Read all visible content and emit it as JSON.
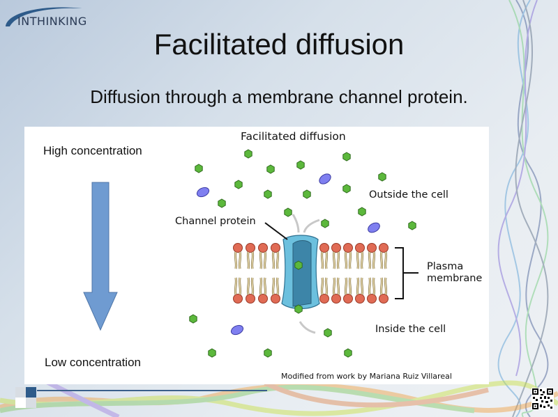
{
  "logo": {
    "text": "INTHINKING"
  },
  "slide": {
    "title": "Facilitated diffusion",
    "subtitle": "Diffusion through a membrane channel protein."
  },
  "gradient_panel": {
    "top_label": "High concentration",
    "bottom_label": "Low concentration",
    "arrow_direction": "down",
    "arrow_color": "#6f9bd1"
  },
  "diagram": {
    "title": "Facilitated diffusion",
    "outside_label": "Outside the cell",
    "channel_label": "Channel protein",
    "membrane_label_line1": "Plasma",
    "membrane_label_line2": "membrane",
    "inside_label": "Inside the cell",
    "credit": "Modified from work by Mariana Ruiz Villareal",
    "colors": {
      "molecule": "#5cb83c",
      "other_molecule": "#7f7ff0",
      "phospholipid_head": "#e06b55",
      "phospholipid_tail": "#d9c89a",
      "channel_outer": "#6cc0de",
      "channel_inner": "#3d85a8"
    }
  },
  "footer": {
    "accent_color": "#3a5f8a",
    "qr_code": "qr-code"
  }
}
